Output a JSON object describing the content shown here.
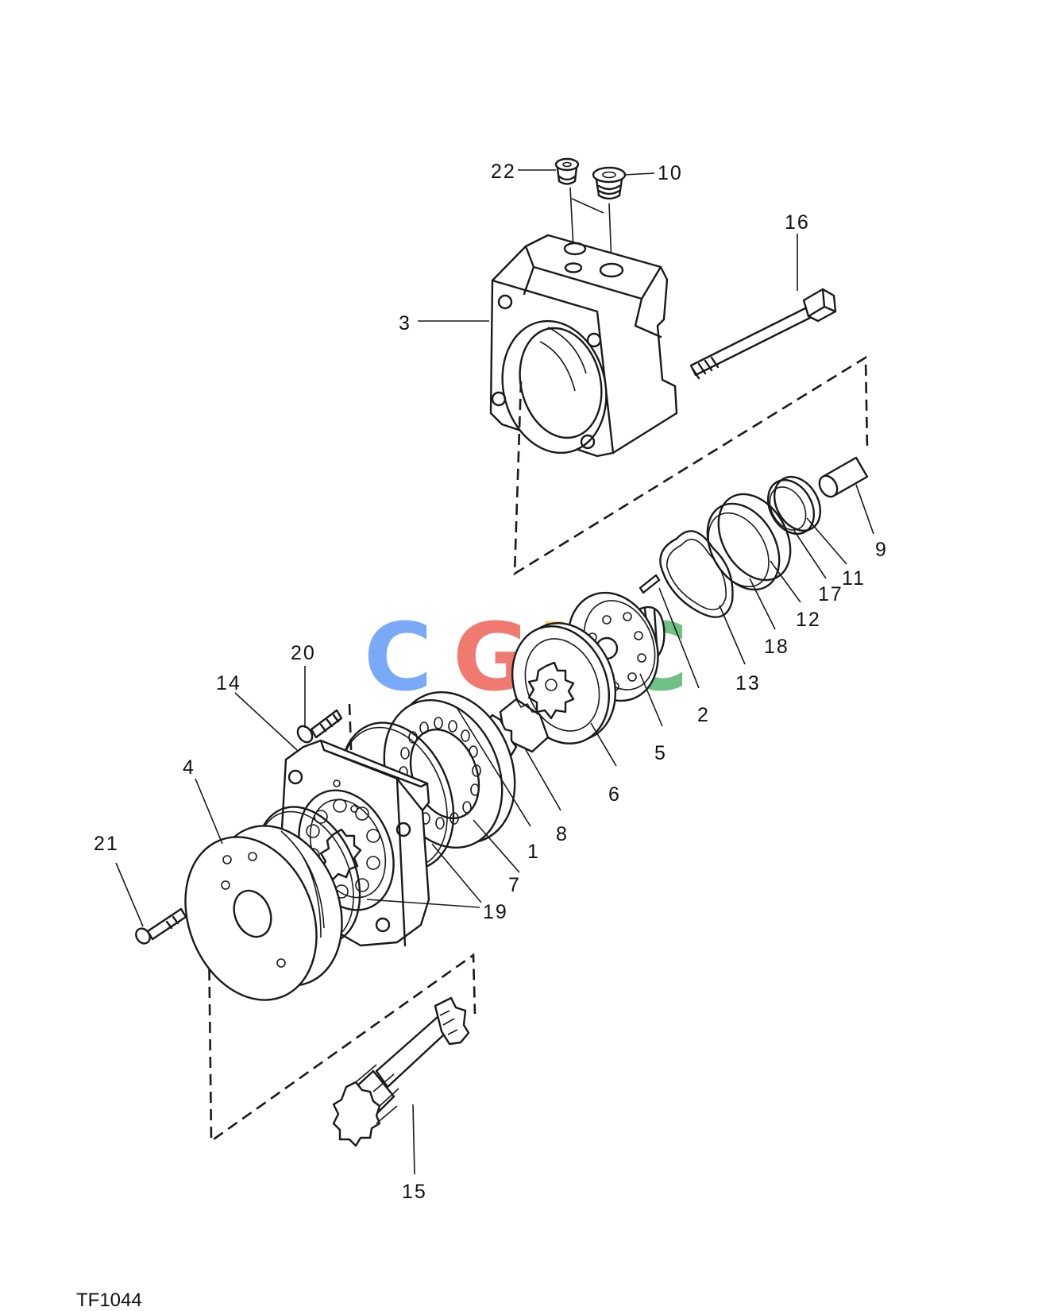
{
  "figure_ref": "TF1044",
  "watermark": {
    "letters": [
      "C",
      "G",
      "H",
      "C"
    ],
    "colors": [
      "#4285F4",
      "#EA4335",
      "#FBBC05",
      "#34A853"
    ]
  },
  "callouts": [
    "22",
    "10",
    "16",
    "3",
    "9",
    "11",
    "17",
    "12",
    "18",
    "13",
    "2",
    "5",
    "6",
    "8",
    "1",
    "7",
    "19",
    "20",
    "14",
    "4",
    "21",
    "15"
  ]
}
